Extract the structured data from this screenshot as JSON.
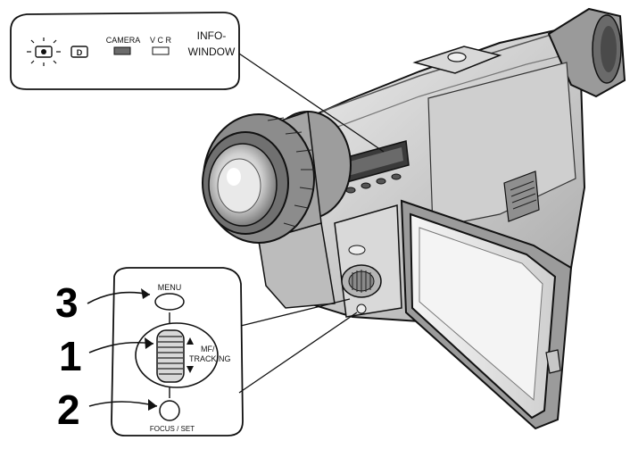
{
  "info_window_panel": {
    "camera_label": "CAMERA",
    "vcr_label": "V C R",
    "info_label_line1": "INFO-",
    "info_label_line2": "WINDOW",
    "button_d_label": "D"
  },
  "control_callout": {
    "menu_label": "MENU",
    "dial_label_line1": "MF/",
    "dial_label_line2": "TRACKING",
    "focus_set_label": "FOCUS / SET",
    "step_menu": "3",
    "step_dial": "1",
    "step_focus": "2"
  },
  "colors": {
    "outline": "#111111",
    "body_light": "#e6e6e6",
    "body_mid": "#bdbdbd",
    "body_dark": "#7a7a7a",
    "panel_fill": "#ffffff"
  }
}
